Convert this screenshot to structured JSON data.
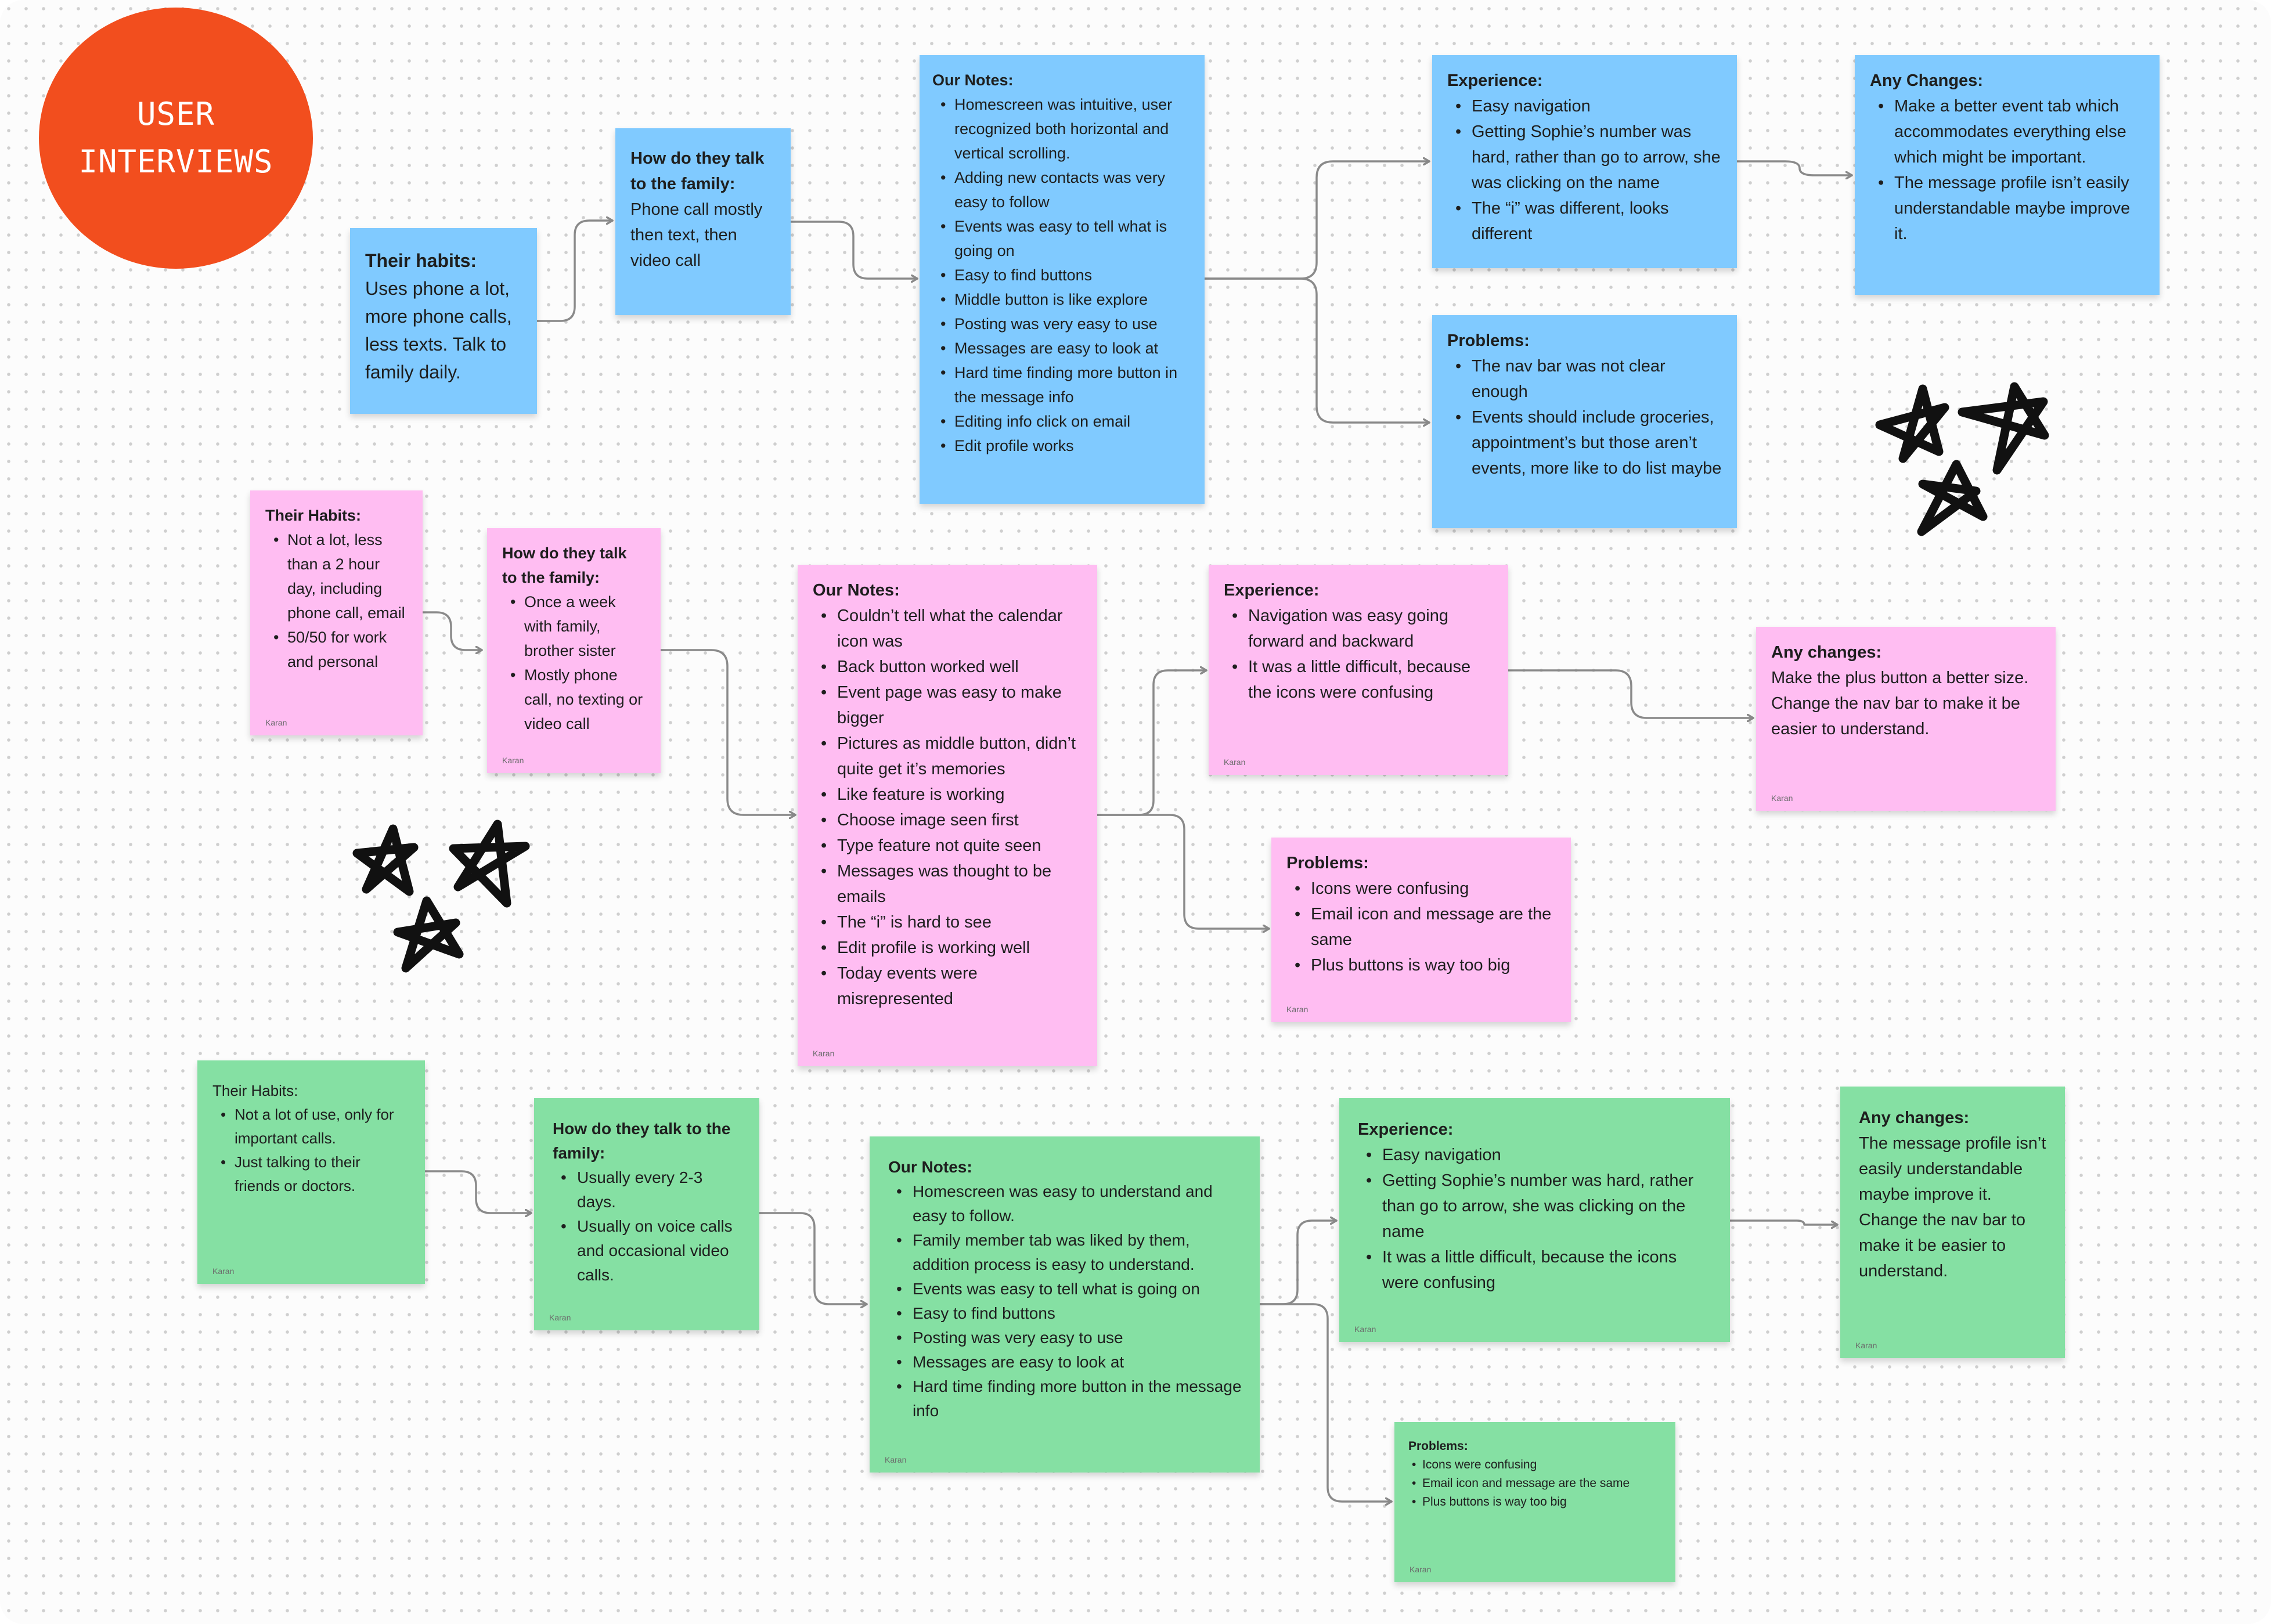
{
  "title": {
    "line1": "USER",
    "line2": "INTERVIEWS"
  },
  "colors": {
    "title": "#f24e1e",
    "row1": "#80caff",
    "row2": "#ffbdf2",
    "row3": "#85e0a3",
    "connector": "#8a8a8a"
  },
  "row1": {
    "habits": {
      "title": "Their habits:",
      "text": "Uses phone a lot, more phone calls, less texts. Talk to family daily."
    },
    "family": {
      "title": "How do they talk to the family:",
      "text": "Phone call mostly then text, then video call"
    },
    "notes": {
      "title": "Our Notes:",
      "items": [
        "Homescreen was intuitive, user recognized both horizontal and vertical scrolling.",
        "Adding new contacts was very easy to follow",
        "Events was easy to tell what is going on",
        "Easy to find buttons",
        "Middle button is like explore",
        "Posting was very easy to use",
        "Messages are easy to look at",
        "Hard time finding more button in the message info",
        "Editing info click on email",
        "Edit profile works"
      ]
    },
    "experience": {
      "title": "Experience:",
      "items": [
        "Easy navigation",
        "Getting Sophie’s number was hard, rather than go to arrow, she was clicking on the name",
        "The “i” was different, looks different"
      ]
    },
    "problems": {
      "title": "Problems:",
      "items": [
        "The nav bar was not clear enough",
        "Events should include groceries, appointment’s but those aren’t events, more like to do list maybe"
      ]
    },
    "changes": {
      "title": "Any Changes:",
      "items": [
        "Make a better event tab which accommodates everything else which might be important.",
        "The message profile isn’t easily understandable maybe improve it."
      ]
    }
  },
  "row2": {
    "habits": {
      "title": "Their Habits:",
      "items": [
        "Not a lot, less than a 2 hour day, including phone call, email",
        "50/50 for work and personal"
      ],
      "author": "Karan"
    },
    "family": {
      "title": "How do they talk to the family:",
      "items": [
        "Once a week with family, brother sister",
        "Mostly phone call, no texting or video call"
      ],
      "author": "Karan"
    },
    "notes": {
      "title": "Our Notes:",
      "items": [
        "Couldn’t tell what the calendar icon was",
        "Back button worked well",
        "Event page was easy to make bigger",
        "Pictures as middle button, didn’t quite get it’s memories",
        "Like feature is working",
        "Choose image seen first",
        "Type feature not quite seen",
        "Messages was thought to be emails",
        "The “i” is hard to see",
        "Edit profile is working well",
        "Today events were misrepresented"
      ],
      "author": "Karan"
    },
    "experience": {
      "title": "Experience:",
      "items": [
        "Navigation was easy going forward and backward",
        "It was a little difficult, because the icons were confusing"
      ],
      "author": "Karan"
    },
    "problems": {
      "title": "Problems:",
      "items": [
        "Icons were confusing",
        "Email icon and message are the same",
        "Plus buttons is way too big"
      ],
      "author": "Karan"
    },
    "changes": {
      "title": "Any changes:",
      "lines": [
        "Make the plus button a better size.",
        "Change the nav bar to make it be easier to understand."
      ],
      "author": "Karan"
    }
  },
  "row3": {
    "habits": {
      "title": "Their Habits:",
      "items": [
        "Not a lot of use, only for important calls.",
        "Just talking to their friends or doctors."
      ],
      "author": "Karan"
    },
    "family": {
      "title": "How do they talk to the family:",
      "items": [
        "Usually every 2-3 days.",
        "Usually on voice calls and occasional video calls."
      ],
      "author": "Karan"
    },
    "notes": {
      "title": "Our Notes:",
      "items": [
        "Homescreen was easy to understand and easy to follow.",
        "Family member tab was liked by them, addition process is easy to understand.",
        "Events was easy to tell what is going on",
        "Easy to find buttons",
        "Posting was very easy to use",
        "Messages are easy to look at",
        "Hard time finding more button in the message info"
      ],
      "author": "Karan"
    },
    "experience": {
      "title": "Experience:",
      "items": [
        "Easy navigation",
        "Getting Sophie’s number was hard, rather than go to arrow, she was clicking on the name",
        "It was a little difficult, because the icons were confusing"
      ],
      "author": "Karan"
    },
    "problems": {
      "title": "Problems:",
      "items": [
        "Icons were confusing",
        "Email icon and message are the same",
        "Plus buttons is way too big"
      ],
      "author": "Karan"
    },
    "changes": {
      "title": "Any changes:",
      "lines": [
        "The message profile isn’t easily understandable maybe improve it.",
        "Change the nav bar to make it be easier to understand."
      ],
      "author": "Karan"
    }
  }
}
